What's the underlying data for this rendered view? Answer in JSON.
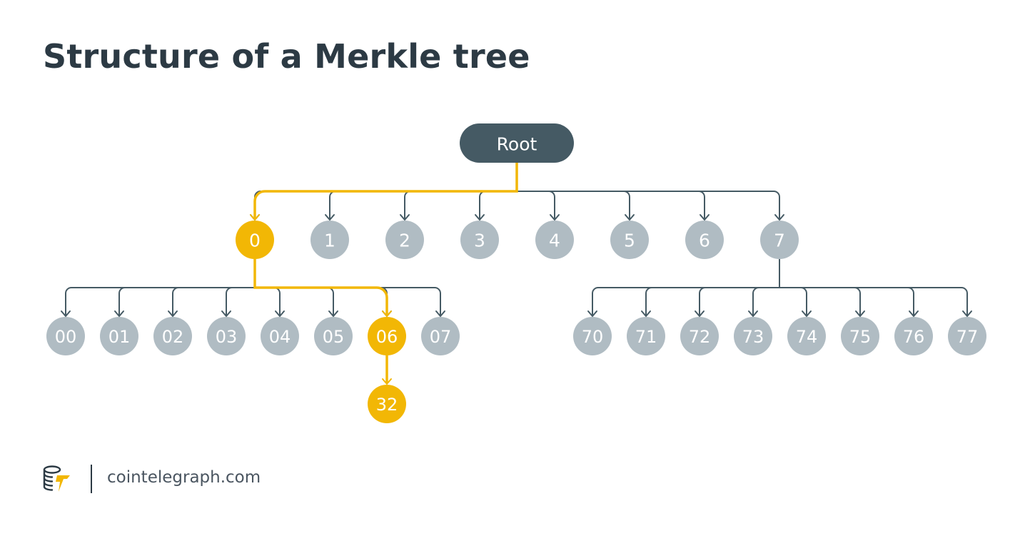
{
  "title": "Structure of a Merkle tree",
  "colors": {
    "root_fill": "#455a64",
    "node_fill": "#b0bcc3",
    "highlight": "#f2b705",
    "edge": "#455a64",
    "title": "#2c3a44"
  },
  "tree": {
    "root": {
      "label": "Root"
    },
    "level1": [
      {
        "label": "0",
        "highlighted": true
      },
      {
        "label": "1",
        "highlighted": false
      },
      {
        "label": "2",
        "highlighted": false
      },
      {
        "label": "3",
        "highlighted": false
      },
      {
        "label": "4",
        "highlighted": false
      },
      {
        "label": "5",
        "highlighted": false
      },
      {
        "label": "6",
        "highlighted": false
      },
      {
        "label": "7",
        "highlighted": false
      }
    ],
    "children_of_0": [
      {
        "label": "00",
        "highlighted": false
      },
      {
        "label": "01",
        "highlighted": false
      },
      {
        "label": "02",
        "highlighted": false
      },
      {
        "label": "03",
        "highlighted": false
      },
      {
        "label": "04",
        "highlighted": false
      },
      {
        "label": "05",
        "highlighted": false
      },
      {
        "label": "06",
        "highlighted": true
      },
      {
        "label": "07",
        "highlighted": false
      }
    ],
    "children_of_7": [
      {
        "label": "70",
        "highlighted": false
      },
      {
        "label": "71",
        "highlighted": false
      },
      {
        "label": "72",
        "highlighted": false
      },
      {
        "label": "73",
        "highlighted": false
      },
      {
        "label": "74",
        "highlighted": false
      },
      {
        "label": "75",
        "highlighted": false
      },
      {
        "label": "76",
        "highlighted": false
      },
      {
        "label": "77",
        "highlighted": false
      }
    ],
    "children_of_06": [
      {
        "label": "32",
        "highlighted": true
      }
    ]
  },
  "footer": {
    "logo_icon": "cointelegraph-coin-stack-logo",
    "site": "cointelegraph.com"
  }
}
